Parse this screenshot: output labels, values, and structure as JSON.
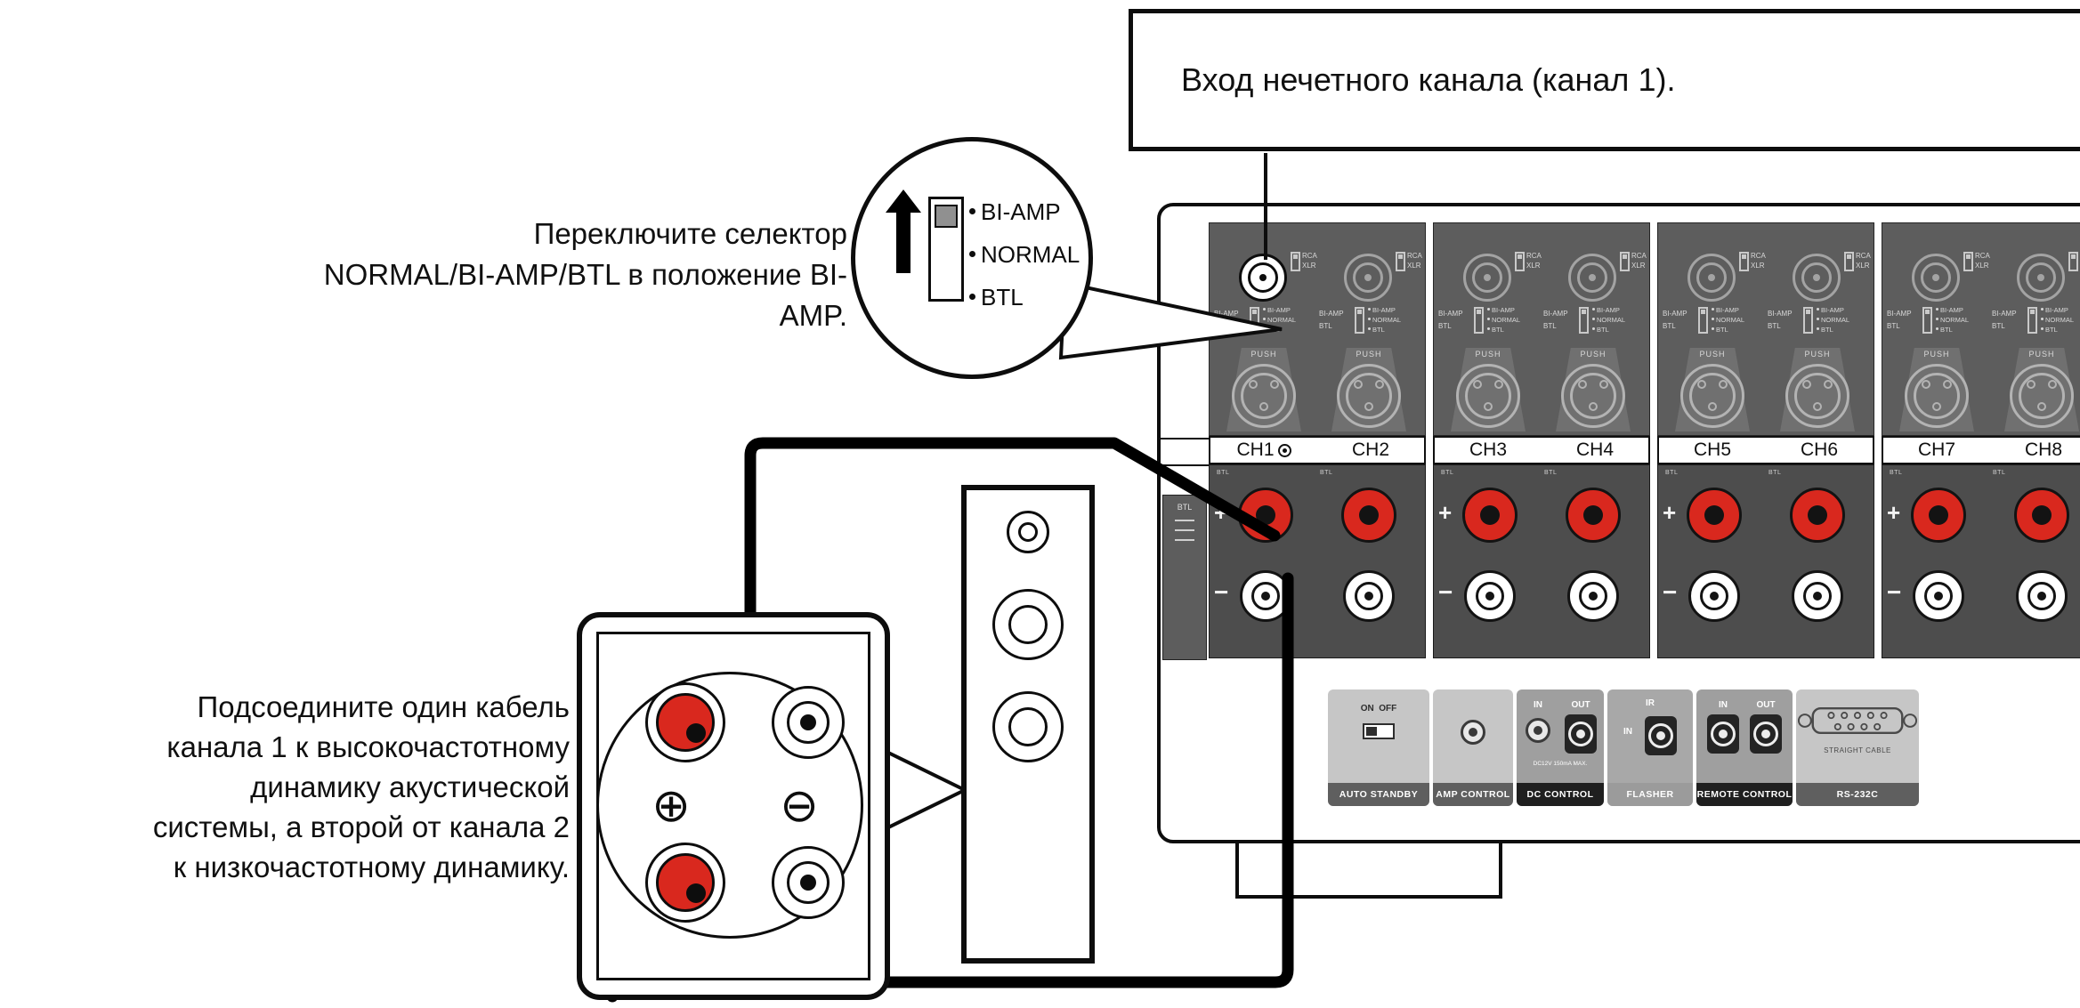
{
  "callouts": {
    "odd_channel_input": "Вход нечетного канала (канал 1)."
  },
  "instructions": {
    "selector_line1": "Переключите селектор",
    "selector_line2": "NORMAL/BI-AMP/BTL в положение BI-AMP.",
    "speaker_line1": "Подсоедините один кабель",
    "speaker_line2": "канала 1 к высокочастотному",
    "speaker_line3": "динамику акустической",
    "speaker_line4": "системы, а второй от канала 2",
    "speaker_line5": "к низкочастотному динамику."
  },
  "magnifier": {
    "option1": "BI-AMP",
    "option2": "NORMAL",
    "option3": "BTL"
  },
  "amp": {
    "channels": [
      "CH1",
      "CH2",
      "CH3",
      "CH4",
      "CH5",
      "CH6",
      "CH7",
      "CH8"
    ],
    "labels": {
      "rca": "RCA",
      "xlr": "XLR",
      "biamp": "BI-AMP",
      "normal": "NORMAL",
      "btl": "BTL",
      "push": "PUSH",
      "plus": "+",
      "minus": "−"
    },
    "ports": {
      "auto_standby": {
        "title": "AUTO STANDBY",
        "switch_label": "ON  OFF"
      },
      "amp_control": {
        "title": "AMP CONTROL"
      },
      "dc_control": {
        "title": "DC CONTROL",
        "in": "IN",
        "out": "OUT",
        "note": "DC12V 150mA MAX."
      },
      "flasher": {
        "title": "FLASHER",
        "ir": "IR",
        "in": "IN"
      },
      "remote_control": {
        "title": "REMOTE CONTROL",
        "in": "IN",
        "out": "OUT"
      },
      "rs232c": {
        "title": "RS-232C",
        "cable": "STRAIGHT CABLE"
      }
    }
  },
  "terminal": {
    "plus_symbol": "⊕",
    "minus_symbol": "⊖"
  },
  "colors": {
    "post_red": "#d9281e",
    "panel_gray": "#5d5d5d",
    "post_panel_gray": "#4d4d4d",
    "outline_black": "#0d0d0d"
  }
}
